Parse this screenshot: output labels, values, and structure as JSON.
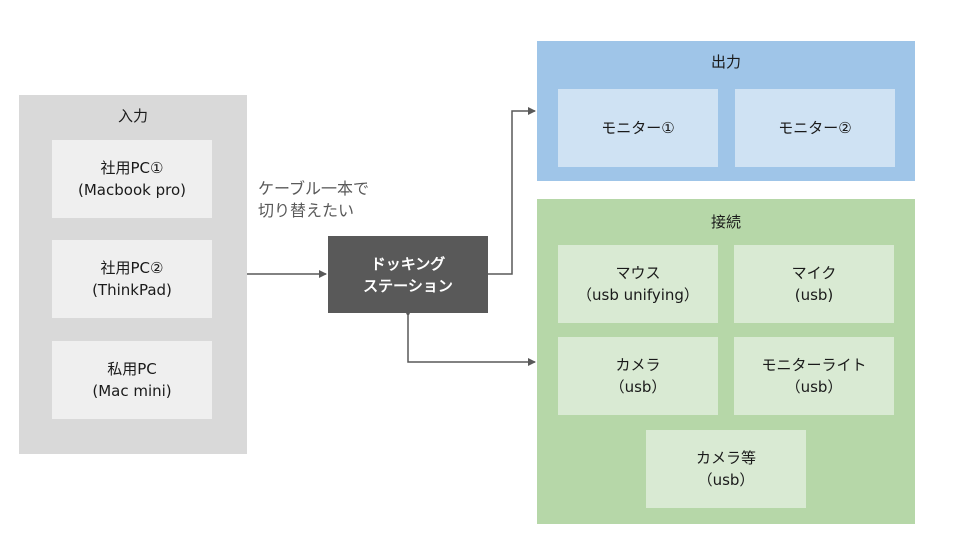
{
  "input": {
    "title": "入力",
    "boxes": [
      {
        "line1": "社用PC①",
        "line2": "(Macbook pro)"
      },
      {
        "line1": "社用PC②",
        "line2": "(ThinkPad)"
      },
      {
        "line1": "私用PC",
        "line2": "(Mac mini)"
      }
    ]
  },
  "note": {
    "line1": "ケーブル一本で",
    "line2": "切り替えたい"
  },
  "dock": {
    "line1": "ドッキング",
    "line2": "ステーション"
  },
  "output": {
    "title": "出力",
    "boxes": [
      {
        "label": "モニター①"
      },
      {
        "label": "モニター②"
      }
    ]
  },
  "connect": {
    "title": "接続",
    "boxes": [
      {
        "line1": "マウス",
        "line2": "（usb unifying）"
      },
      {
        "line1": "マイク",
        "line2": "(usb)"
      },
      {
        "line1": "カメラ",
        "line2": "（usb）"
      },
      {
        "line1": "モニターライト",
        "line2": "（usb）"
      },
      {
        "line1": "カメラ等",
        "line2": "（usb）"
      }
    ]
  },
  "colors": {
    "input_group": "#d9d9d9",
    "input_box": "#efefef",
    "output_group": "#9fc5e8",
    "output_box": "#cfe2f3",
    "connect_group": "#b6d7a8",
    "connect_box": "#d9ead3",
    "dock": "#595959",
    "connector": "#595959"
  }
}
